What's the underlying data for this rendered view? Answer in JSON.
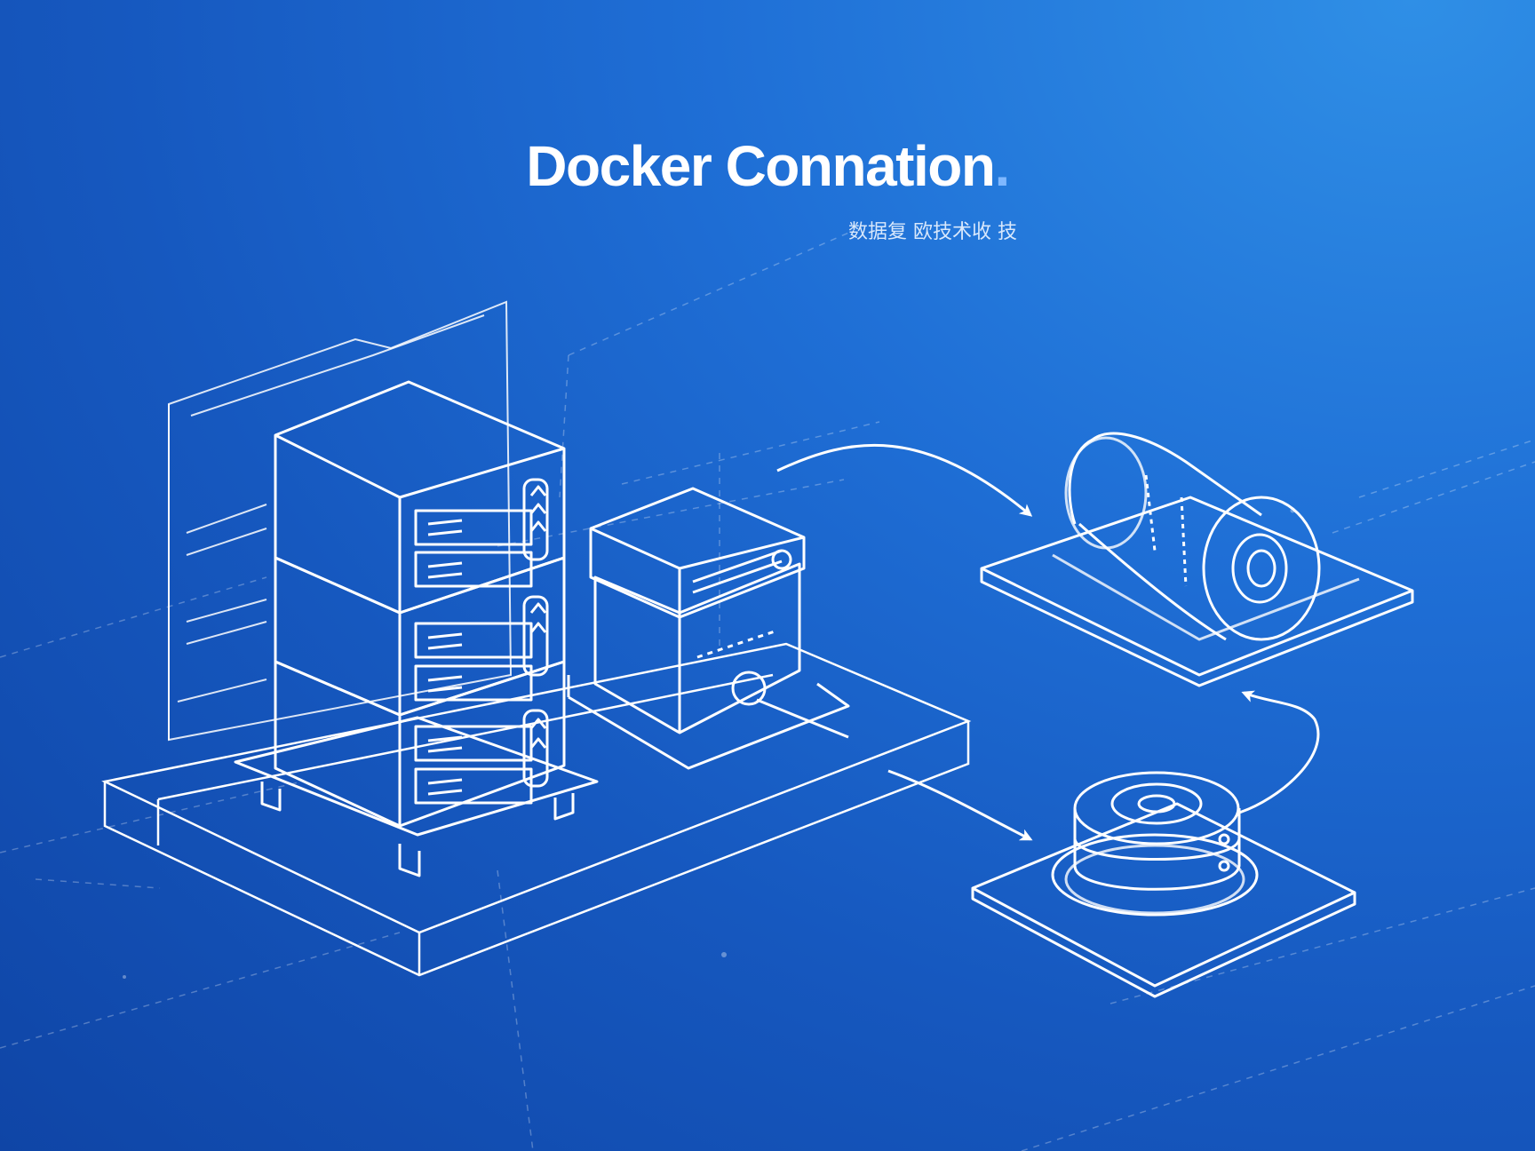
{
  "header": {
    "title": "Docker Connation",
    "title_dot": ".",
    "subtitle": "数据复 欧技术收 技"
  },
  "colors": {
    "background_dark": "#0f45a6",
    "background_mid": "#1f6fd6",
    "background_light": "#2f8fe6",
    "line": "#ffffff",
    "accent_dot": "#7fb8ff"
  },
  "components": [
    {
      "name": "server-rack-stack",
      "icon": "server-rack-icon",
      "units": 3
    },
    {
      "name": "docker-host-box",
      "icon": "server-box-icon"
    },
    {
      "name": "storage-cylinder",
      "icon": "database-cylinder-icon"
    },
    {
      "name": "disk-drive",
      "icon": "disk-drive-icon"
    }
  ],
  "connections": [
    {
      "from": "docker-host-box",
      "to": "storage-cylinder",
      "icon": "arrow-icon"
    },
    {
      "from": "platform",
      "to": "disk-drive",
      "icon": "arrow-icon"
    },
    {
      "from": "disk-drive",
      "to": "storage-cylinder",
      "icon": "arrow-icon"
    }
  ]
}
